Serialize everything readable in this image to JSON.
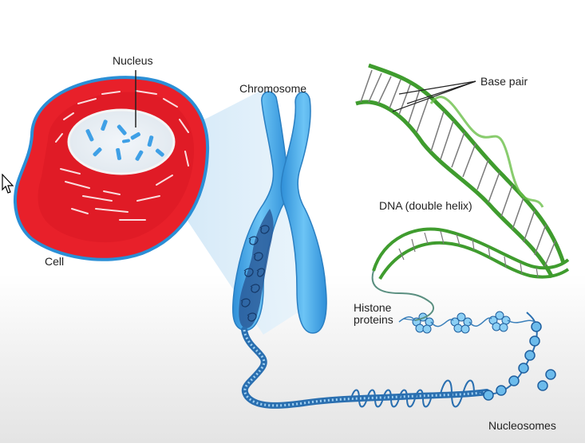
{
  "labels": {
    "nucleus": "Nucleus",
    "cell": "Cell",
    "chromosome": "Chromosome",
    "base_pair": "Base pair",
    "dna": "DNA (double helix)",
    "histone_line1": "Histone",
    "histone_line2": "proteins",
    "nucleosomes": "Nucleosomes"
  },
  "colors": {
    "cell_red": "#e8202a",
    "cell_border": "#2a8fd6",
    "chromosome_blue": "#3fa8ec",
    "dna_green": "#3f9c2e",
    "chromatin_dark": "#1f4d8a"
  },
  "icons": {
    "cursor": "arrow-cursor-icon"
  }
}
